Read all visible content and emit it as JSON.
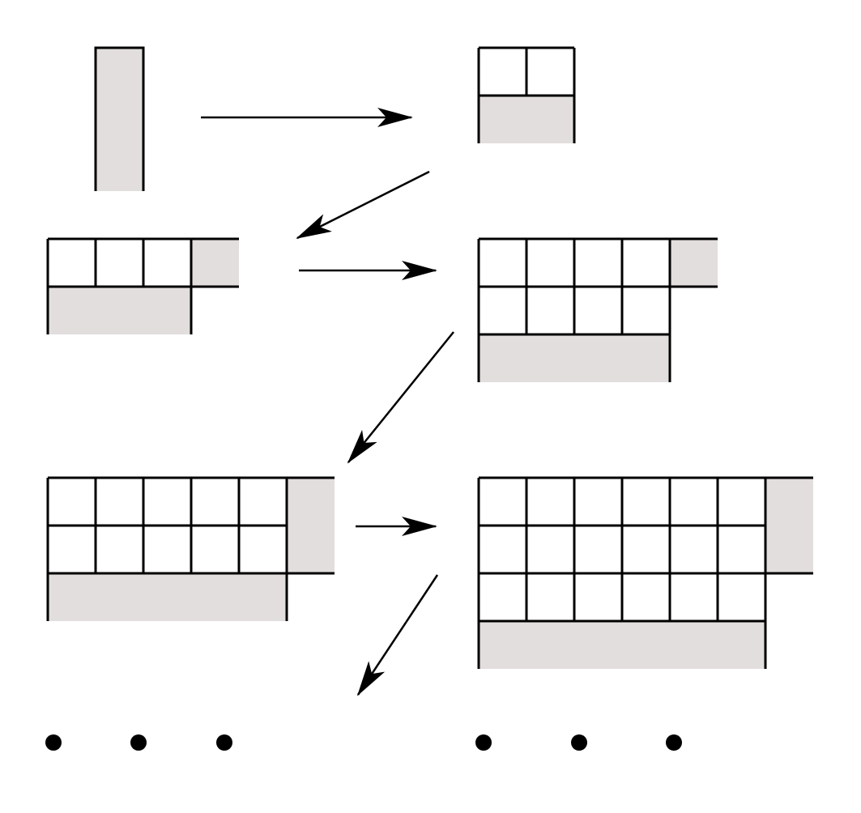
{
  "colors": {
    "background": "#ffffff",
    "shaded_cell": "#e2dedd",
    "line": "#000000"
  },
  "figures": [
    {
      "id": "figure-1",
      "white_grid": {
        "rows": 0,
        "cols": 0
      },
      "shaded_tail": "vertical-strip"
    },
    {
      "id": "figure-2",
      "white_grid": {
        "rows": 1,
        "cols": 2
      },
      "shaded_tail": "bottom-strip"
    },
    {
      "id": "figure-3",
      "white_grid": {
        "rows": 1,
        "cols": 3
      },
      "shaded_tail": "corner-and-bottom-strip"
    },
    {
      "id": "figure-4",
      "white_grid": {
        "rows": 2,
        "cols": 4
      },
      "shaded_tail": "corner-and-bottom-strip"
    },
    {
      "id": "figure-5",
      "white_grid": {
        "rows": 2,
        "cols": 5
      },
      "shaded_tail": "corner-and-bottom-strip"
    },
    {
      "id": "figure-6",
      "white_grid": {
        "rows": 3,
        "cols": 6
      },
      "shaded_tail": "corner-and-bottom-strip"
    }
  ],
  "arrows": [
    {
      "id": "arrow-1-to-2",
      "from": "figure-1",
      "to": "figure-2"
    },
    {
      "id": "arrow-2-to-3",
      "from": "figure-2",
      "to": "figure-3"
    },
    {
      "id": "arrow-3-to-4",
      "from": "figure-3",
      "to": "figure-4"
    },
    {
      "id": "arrow-4-to-5",
      "from": "figure-4",
      "to": "figure-5"
    },
    {
      "id": "arrow-5-to-6",
      "from": "figure-5",
      "to": "figure-6"
    },
    {
      "id": "arrow-6-to-next",
      "from": "figure-6",
      "to": "continuation"
    }
  ],
  "continuation": {
    "left_dots": 3,
    "right_dots": 3
  }
}
